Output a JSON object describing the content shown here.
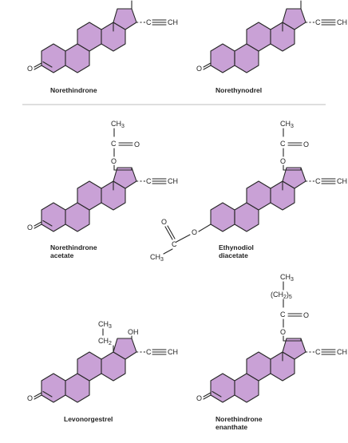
{
  "labels": {
    "oh": "OH",
    "ch": "CH",
    "ch3": "CH",
    "ch3_sub": "3",
    "ch2": "CH",
    "ch2_sub": "2",
    "ch2n": "(CH",
    "ch2n_sub": "2",
    "ch2n_close": ")",
    "ch2n_count": "5",
    "c": "C",
    "o": "O"
  },
  "compounds": [
    {
      "name": "Norethindrone",
      "name2": ""
    },
    {
      "name": "Norethynodrel",
      "name2": ""
    },
    {
      "name": "Norethindrone",
      "name2": "acetate"
    },
    {
      "name": "Ethynodiol",
      "name2": "diacetate"
    },
    {
      "name": "Levonorgestrel",
      "name2": ""
    },
    {
      "name": "Norethindrone",
      "name2": "enanthate"
    }
  ],
  "colors": {
    "ring_fill": "#c9a1d6",
    "stroke": "#262626",
    "divider": "#bdbdbd"
  }
}
